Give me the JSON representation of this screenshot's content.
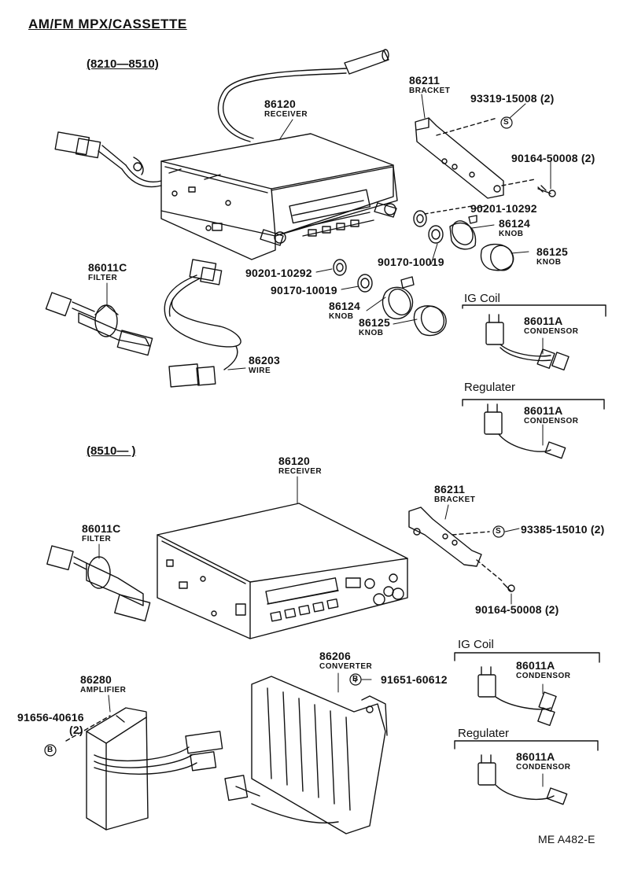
{
  "title": "AM/FM  MPX/CASSETTE",
  "footer": "ME  A482-E",
  "groups": {
    "early": {
      "range": "(8210—8510)",
      "receiver": {
        "num": "86120",
        "name": "RECEIVER"
      },
      "bracket": {
        "num": "86211",
        "name": "BRACKET"
      },
      "screw_a": "93319-15008 (2)",
      "screw_b": "90164-50008 (2)",
      "washer_r1": "90201-10292",
      "knob_r1": {
        "num": "86124",
        "name": "KNOB"
      },
      "nut_r": "90170-10019",
      "knob_r2": {
        "num": "86125",
        "name": "KNOB"
      },
      "washer_l": "90201-10292",
      "nut_l": "90170-10019",
      "knob_l1": {
        "num": "86124",
        "name": "KNOB"
      },
      "knob_l2": {
        "num": "86125",
        "name": "KNOB"
      },
      "filter": {
        "num": "86011C",
        "name": "FILTER"
      },
      "wire": {
        "num": "86203",
        "name": "WIRE"
      },
      "ig_coil": {
        "heading": "IG Coil",
        "num": "86011A",
        "name": "CONDENSOR"
      },
      "regulater": {
        "heading": "Regulater",
        "num": "86011A",
        "name": "CONDENSOR"
      }
    },
    "late": {
      "range": "(8510—     )",
      "receiver": {
        "num": "86120",
        "name": "RECEIVER"
      },
      "bracket": {
        "num": "86211",
        "name": "BRACKET"
      },
      "screw_a": "93385-15010 (2)",
      "screw_b": "90164-50008 (2)",
      "filter": {
        "num": "86011C",
        "name": "FILTER"
      },
      "converter": {
        "num": "86206",
        "name": "CONVERTER"
      },
      "bolt_conv": "91651-60612",
      "amplifier": {
        "num": "86280",
        "name": "AMPLIFIER"
      },
      "bolt_amp": "91656-40616",
      "bolt_amp_qty": "(2)",
      "ig_coil": {
        "heading": "IG Coil",
        "num": "86011A",
        "name": "CONDENSOR"
      },
      "regulater": {
        "heading": "Regulater",
        "num": "86011A",
        "name": "CONDENSOR"
      }
    }
  },
  "symbols": {
    "s_mark": "S",
    "b_mark": "B"
  }
}
